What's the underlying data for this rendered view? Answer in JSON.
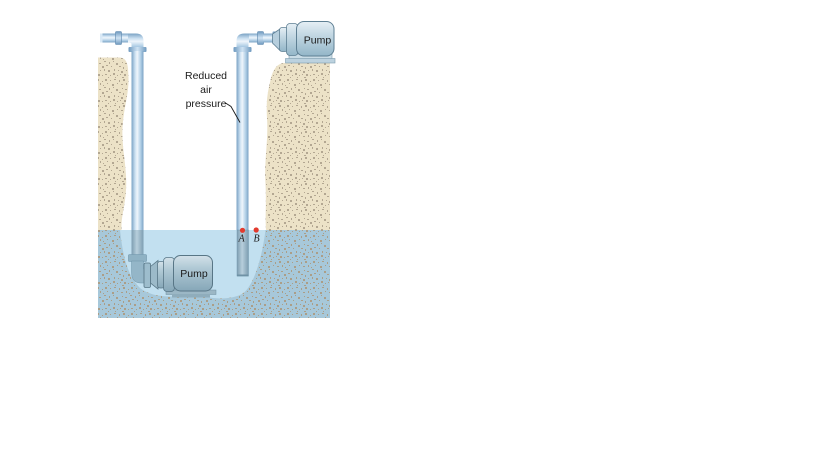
{
  "figure": {
    "labels": {
      "surface_pump": "Pump",
      "submerged_pump": "Pump",
      "annotation_line1": "Reduced",
      "annotation_line2": "air",
      "annotation_line3": "pressure",
      "point_a": "A",
      "point_b": "B"
    },
    "colors": {
      "page_background": "#ffffff",
      "ground": "#ece2c7",
      "ground_speckle": "#b3a792",
      "water": "#c2e0f0",
      "saturated_ground": "#a7c8da",
      "saturated_speckle": "#ab9e88",
      "pipe_dark": "#7aa2c4",
      "pipe_light": "#eef5fb",
      "pump_outline": "#5e7f93",
      "marker_red": "#e23b2e",
      "text": "#1b1b1b"
    }
  }
}
